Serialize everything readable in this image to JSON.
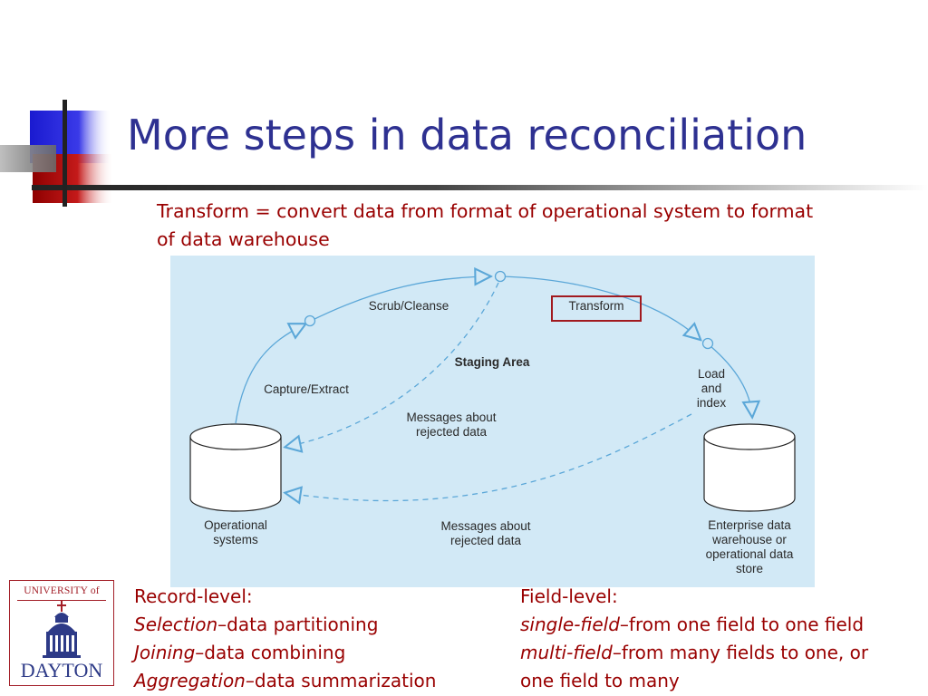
{
  "slide": {
    "title": "More steps in data reconciliation",
    "subtitle": "Transform = convert data from format of operational system to format of data warehouse"
  },
  "diagram": {
    "labels": {
      "scrub_cleanse": "Scrub/Cleanse",
      "transform": "Transform",
      "staging_area": "Staging Area",
      "capture_extract": "Capture/Extract",
      "load_index": "Load\nand\nindex",
      "messages_top": "Messages about\nrejected data",
      "messages_bottom": "Messages about\nrejected data",
      "operational_systems": "Operational\nsystems",
      "enterprise_store": "Enterprise data\nwarehouse or\noperational data\nstore"
    },
    "colors": {
      "background": "#d2e9f6",
      "flow_line": "#5ba7d8",
      "highlight_box": "#a11a1f"
    }
  },
  "record_level": {
    "heading": "Record-level:",
    "items": [
      {
        "term": "Selection",
        "description": "–data partitioning"
      },
      {
        "term": "Joining",
        "description": "–data combining"
      },
      {
        "term": "Aggregation",
        "description": "–data summarization"
      }
    ]
  },
  "field_level": {
    "heading": "Field-level:",
    "items": [
      {
        "term": "single-field",
        "description": "–from one field to one field"
      },
      {
        "term": "multi-field",
        "description": "–from many fields to one, or"
      }
    ],
    "continuation": "one field to many"
  },
  "logo": {
    "top_text": "UNIVERSITY of",
    "bottom_text": "DAYTON",
    "colors": {
      "red": "#a31f28",
      "blue": "#2d3a87"
    }
  },
  "theme": {
    "title_color": "#2e3191",
    "text_color": "#990000"
  }
}
